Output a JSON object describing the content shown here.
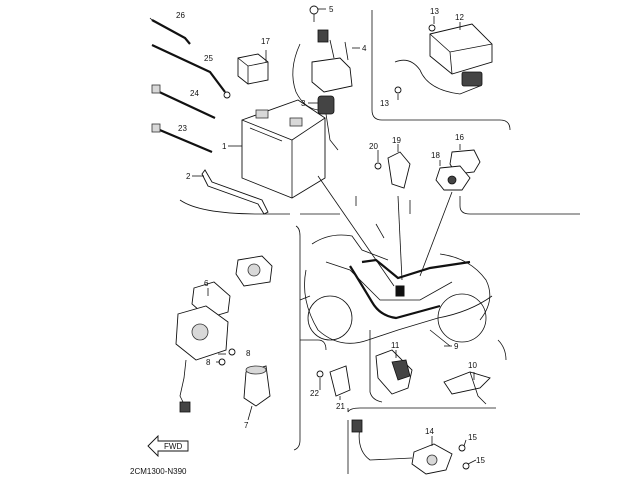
{
  "diagram": {
    "code": "2CM1300-N390",
    "fwd_label": "FWD",
    "callouts": {
      "p1": "1",
      "p2": "2",
      "p3": "3",
      "p4": "4",
      "p5": "5",
      "p6": "6",
      "p7": "7",
      "p8a": "8",
      "p8b": "8",
      "p9": "9",
      "p10": "10",
      "p11": "11",
      "p12": "12",
      "p13a": "13",
      "p13b": "13",
      "p14": "14",
      "p15a": "15",
      "p15b": "15",
      "p16": "16",
      "p17": "17",
      "p18": "18",
      "p19": "19",
      "p20": "20",
      "p21": "21",
      "p22": "22",
      "p23": "23",
      "p24": "24",
      "p25": "25",
      "p26": "26"
    }
  }
}
